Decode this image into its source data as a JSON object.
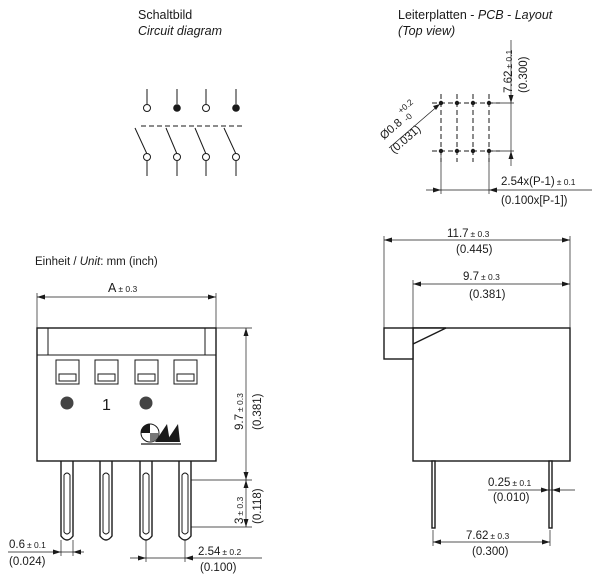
{
  "circuit": {
    "title_de": "Schaltbild",
    "title_en": "Circuit diagram"
  },
  "pcb": {
    "title_de": "Leiterplatten",
    "title_sep1": " - ",
    "title_en1": "PCB",
    "title_sep2": " - ",
    "title_en2": "Layout",
    "subtitle": "(Top view)",
    "hole_main": "Ø0.8",
    "hole_tol_plus": "+0.2",
    "hole_tol_minus": "-0",
    "hole_inch": "(0.031)",
    "pitch_main": "7.62",
    "pitch_tol": "± 0.1",
    "pitch_inch": "(0.300)",
    "row_main": "2.54x(P-1)",
    "row_tol": "± 0.1",
    "row_inch": "(0.100x[P-1])"
  },
  "unit": {
    "prefix": "Einheit / ",
    "unit_word": "Unit",
    "suffix": ": mm (inch)"
  },
  "front": {
    "width_main": "A",
    "width_tol": "± 0.3",
    "pin_number": "1",
    "height_main": "9.7",
    "height_tol": "± 0.3",
    "height_inch": "(0.381)",
    "pin_len_main": "3",
    "pin_len_tol": "± 0.3",
    "pin_len_inch": "(0.118)",
    "pin_w_main": "0.6",
    "pin_w_tol": "± 0.1",
    "pin_w_inch": "(0.024)",
    "pitch_main": "2.54",
    "pitch_tol": "± 0.2",
    "pitch_inch": "(0.100)"
  },
  "side": {
    "total_main": "11.7",
    "total_tol": "± 0.3",
    "total_inch": "(0.445)",
    "body_main": "9.7",
    "body_tol": "± 0.3",
    "body_inch": "(0.381)",
    "thick_main": "0.25",
    "thick_tol": "± 0.1",
    "thick_inch": "(0.010)",
    "pitch_main": "7.62",
    "pitch_tol": "± 0.3",
    "pitch_inch": "(0.300)"
  }
}
